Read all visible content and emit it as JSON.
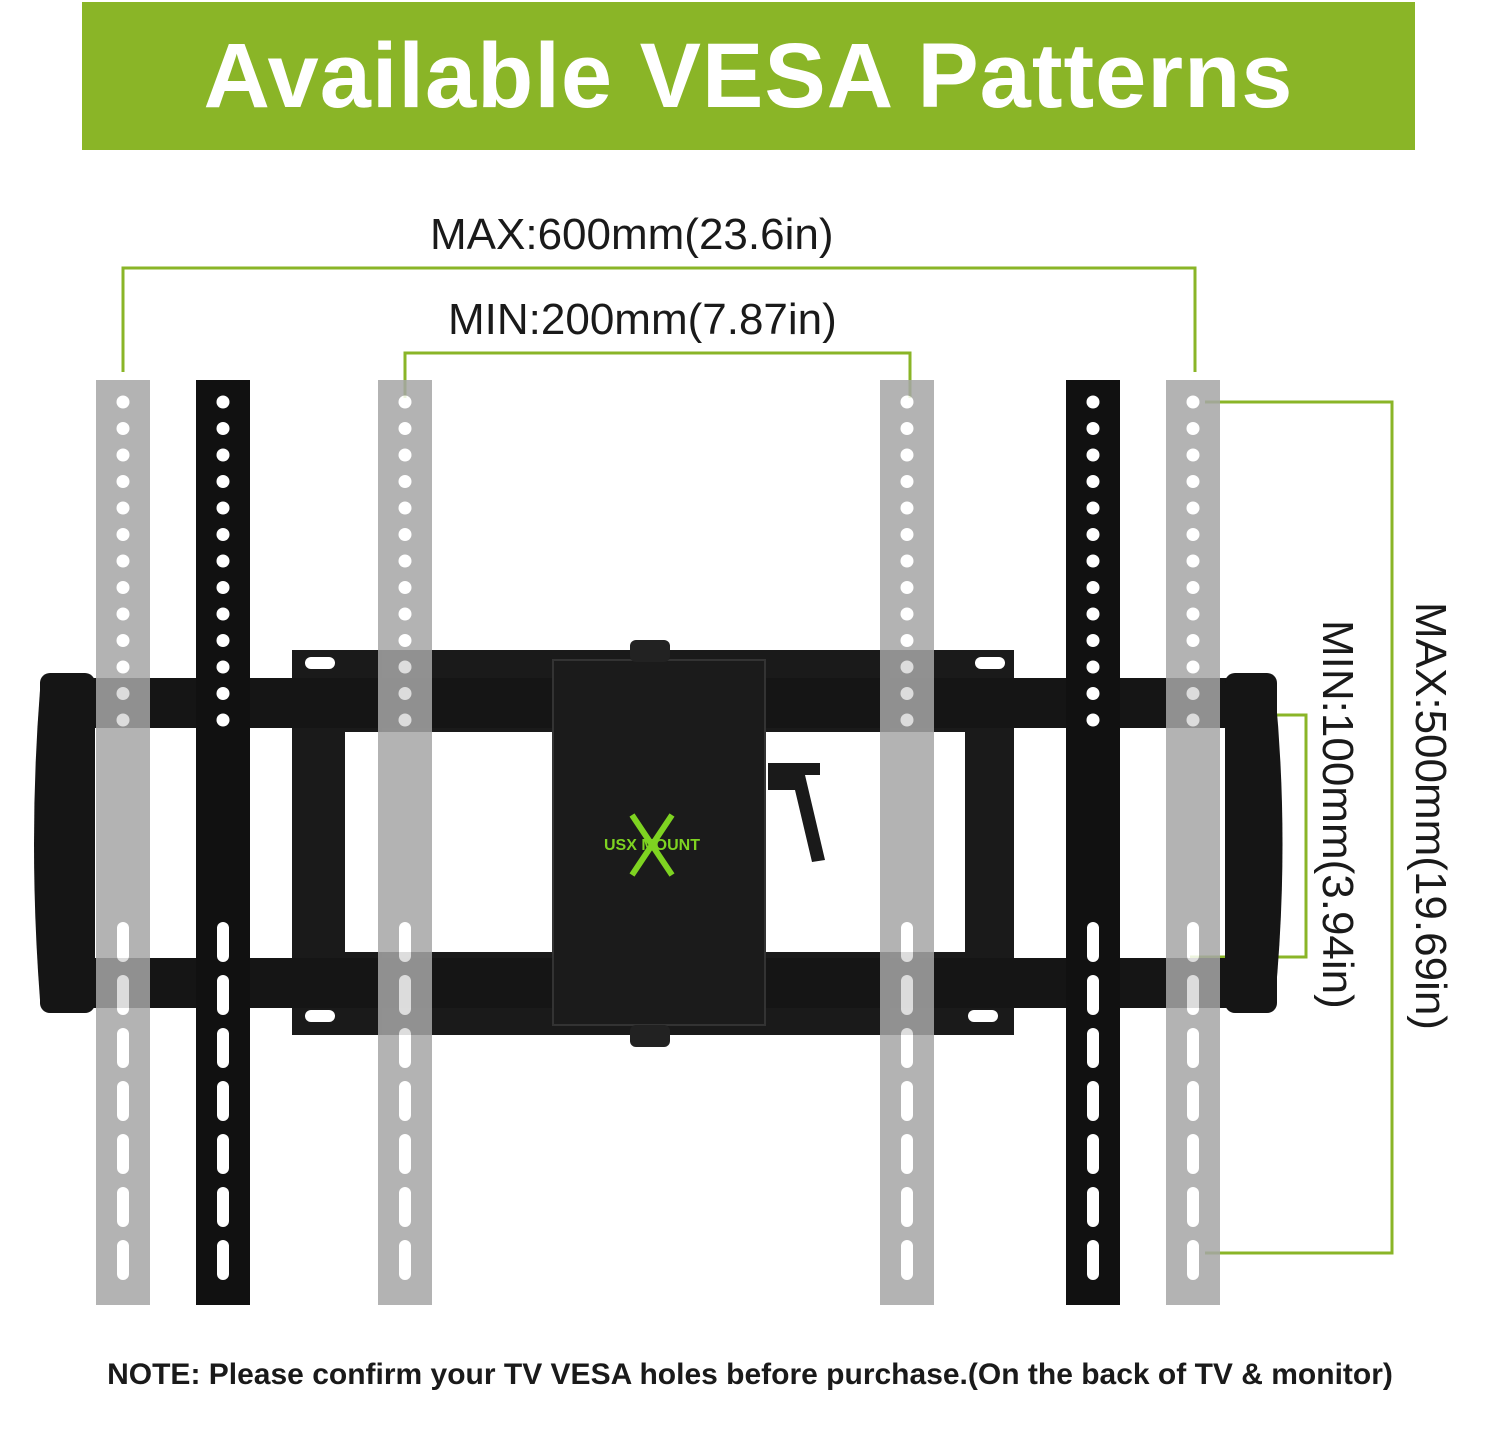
{
  "banner": {
    "title": "Available VESA Patterns",
    "bg_color": "#8ab527"
  },
  "dimensions": {
    "max_width": "MAX:600mm(23.6in)",
    "min_width": "MIN:200mm(7.87in)",
    "max_height": "MAX:500mm(19.69in)",
    "min_height": "MIN:100mm(3.94in)"
  },
  "logo": {
    "text": "USX MOUNT",
    "color": "#7ed321"
  },
  "note": "NOTE: Please confirm your TV VESA holes before purchase.(On the back of TV & monitor)",
  "colors": {
    "accent_line": "#8ab527",
    "gray_arm": "#a6a6a6",
    "black_arm": "#111111"
  }
}
